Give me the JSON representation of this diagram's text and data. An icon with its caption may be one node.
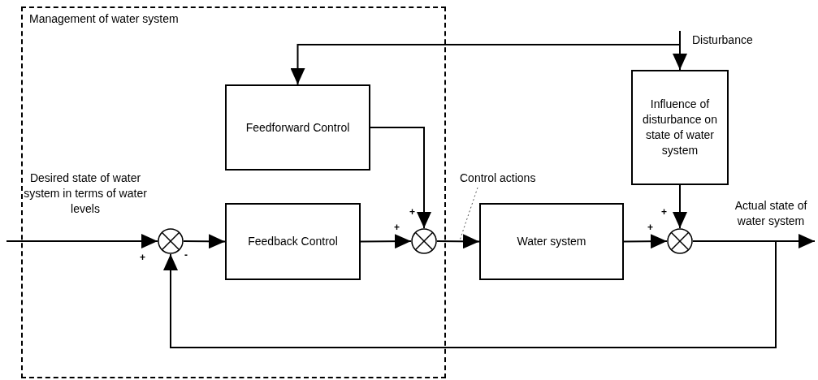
{
  "diagram": {
    "nodes": [
      {
        "text": [
          "Management of water system"
        ]
      },
      {
        "text": [
          "Feedforward Control"
        ],
        "in": 0
      },
      {
        "text": [
          "Feedback Control"
        ],
        "in": 0
      },
      {
        "text": [],
        "shape": "circle",
        "in": 0
      },
      {
        "text": [],
        "shape": "circle",
        "in": 0
      },
      {
        "text": [
          "Water system"
        ]
      },
      {
        "text": [
          "Influence of disturbance on state of water system"
        ]
      },
      {
        "text": [],
        "shape": "circle"
      },
      {
        "text": [
          "Control actions"
        ]
      }
    ],
    "edges": [
      {
        "from": null,
        "to": 3,
        "arrow": "to"
      },
      {
        "from": 3,
        "to": 2,
        "arrow": "to"
      },
      {
        "from": 2,
        "to": 4,
        "arrow": "to"
      },
      {
        "from": 1,
        "to": 4,
        "arrow": "to"
      },
      {
        "from": 4,
        "to": 5,
        "arrow": "to"
      },
      {
        "from": 5,
        "to": 7,
        "arrow": "to"
      },
      {
        "from": 6,
        "to": 7,
        "arrow": "to"
      },
      {
        "from": 7,
        "to": null,
        "arrow": "to"
      },
      {
        "from": 7,
        "to": 3,
        "arrow": "to"
      },
      {
        "from": null,
        "to": 6,
        "arrow": "to"
      },
      {
        "from": null,
        "to": 1,
        "arrow": "to"
      },
      {
        "from": 8,
        "to": null,
        "arrow": "none",
        "style": "dashed"
      }
    ],
    "labels": [
      "Disturbance",
      "Desired state of water system in terms of water levels",
      "+",
      "+",
      "Actual state of water system",
      "+",
      "+",
      "+",
      "-"
    ]
  }
}
